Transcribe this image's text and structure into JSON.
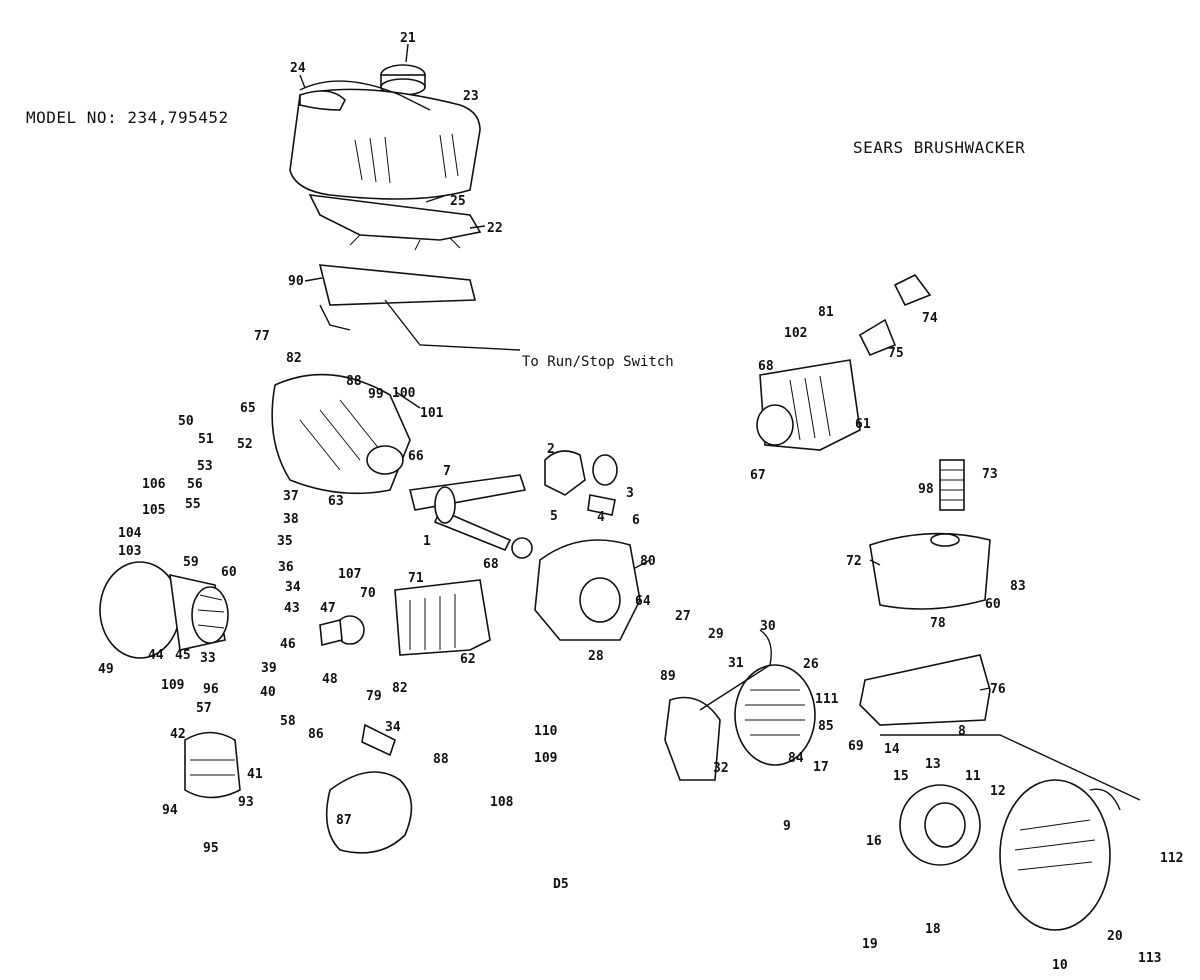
{
  "header": {
    "model": "MODEL NO: 234,795452",
    "brand": "SEARS BRUSHWACKER",
    "page_number": "D5",
    "switch_note": "To Run/Stop Switch"
  },
  "part_labels": [
    "21",
    "24",
    "23",
    "25",
    "22",
    "90",
    "77",
    "82",
    "65",
    "88",
    "99",
    "100",
    "101",
    "50",
    "51",
    "52",
    "53",
    "56",
    "55",
    "106",
    "105",
    "104",
    "103",
    "59",
    "60",
    "37",
    "38",
    "35",
    "36",
    "34",
    "43",
    "46",
    "48",
    "45",
    "44",
    "49",
    "33",
    "39",
    "109",
    "96",
    "40",
    "57",
    "58",
    "42",
    "41",
    "93",
    "94",
    "95",
    "66",
    "7",
    "63",
    "2",
    "3",
    "5",
    "4",
    "6",
    "1",
    "107",
    "70",
    "47",
    "79",
    "82",
    "71",
    "62",
    "68",
    "80",
    "64",
    "27",
    "28",
    "89",
    "29",
    "31",
    "30",
    "26",
    "111",
    "85",
    "84",
    "17",
    "69",
    "14",
    "15",
    "13",
    "11",
    "12",
    "16",
    "9",
    "19",
    "18",
    "20",
    "10",
    "113",
    "112",
    "8",
    "76",
    "72",
    "78",
    "83",
    "60",
    "98",
    "73",
    "74",
    "75",
    "81",
    "102",
    "68",
    "61",
    "67",
    "110",
    "109",
    "108",
    "86",
    "34",
    "88",
    "87",
    "32"
  ]
}
